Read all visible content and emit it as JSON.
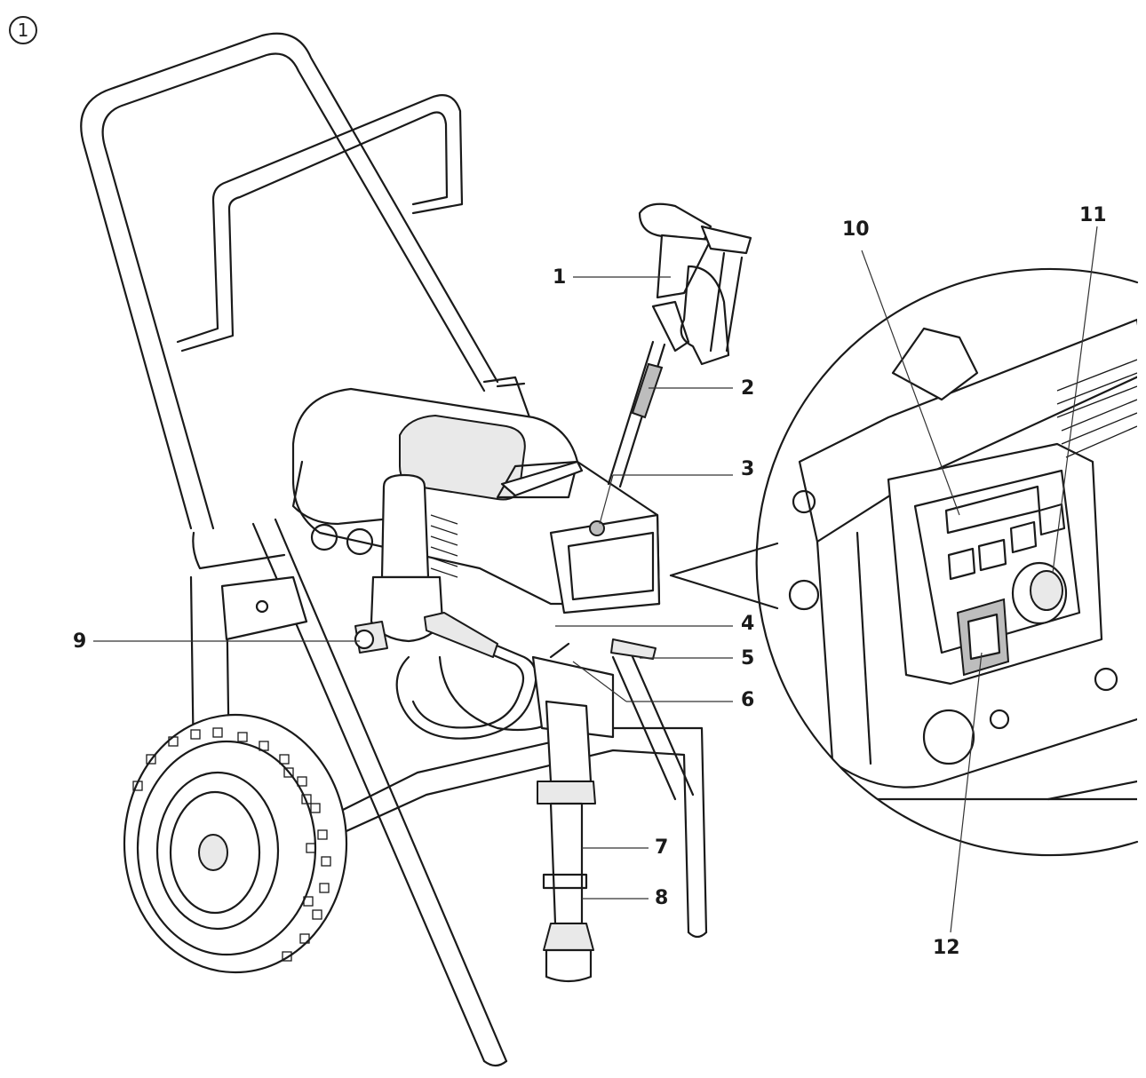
{
  "figure_number": "1",
  "callouts": {
    "c1": "1",
    "c2": "2",
    "c3": "3",
    "c4": "4",
    "c5": "5",
    "c6": "6",
    "c7": "7",
    "c8": "8",
    "c9": "9",
    "c10": "10",
    "c11": "11",
    "c12": "12"
  }
}
